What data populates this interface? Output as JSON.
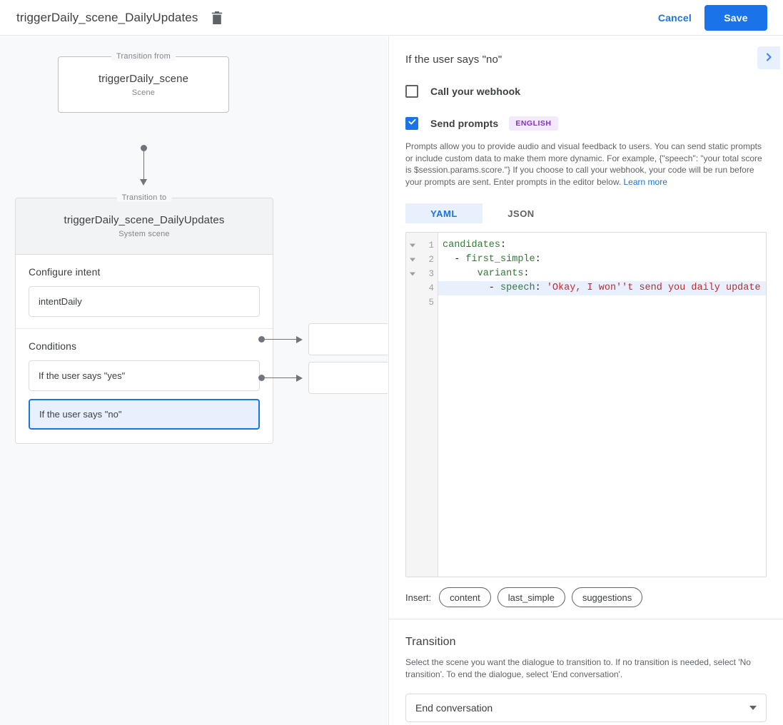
{
  "topbar": {
    "title": "triggerDaily_scene_DailyUpdates",
    "delete_icon": "trash-icon",
    "cancel_label": "Cancel",
    "save_label": "Save"
  },
  "canvas": {
    "from_node": {
      "legend": "Transition from",
      "title": "triggerDaily_scene",
      "subtitle": "Scene"
    },
    "to_node": {
      "legend": "Transition to",
      "title": "triggerDaily_scene_DailyUpdates",
      "subtitle": "System scene"
    },
    "intent_section": {
      "label": "Configure intent",
      "value": "intentDaily"
    },
    "conditions_section": {
      "label": "Conditions",
      "items": [
        {
          "label": "If the user says \"yes\"",
          "selected": false
        },
        {
          "label": "If the user says \"no\"",
          "selected": true
        }
      ]
    },
    "target_nodes": [
      {
        "label": ""
      },
      {
        "label": ""
      }
    ]
  },
  "panel": {
    "title": "If the user says \"no\"",
    "expand_icon": "chevron-right-icon",
    "webhook": {
      "label": "Call your webhook",
      "checked": false
    },
    "prompts": {
      "label": "Send prompts",
      "checked": true,
      "language_badge": "ENGLISH",
      "help_text": "Prompts allow you to provide audio and visual feedback to users. You can send static prompts or include custom data to make them more dynamic. For example, {\"speech\": \"your total score is $session.params.score.\"} If you choose to call your webhook, your code will be run before your prompts are sent. Enter prompts in the editor below.",
      "help_link": "Learn more"
    },
    "tabs": [
      {
        "label": "YAML",
        "active": true
      },
      {
        "label": "JSON",
        "active": false
      }
    ],
    "editor": {
      "language": "yaml",
      "active_line": 4,
      "line_numbers": [
        "1",
        "2",
        "3",
        "4",
        "5"
      ],
      "fold_lines": [
        1,
        2,
        3
      ],
      "lines": [
        {
          "n": 1,
          "tokens": [
            {
              "t": "key",
              "v": "candidates"
            },
            {
              "t": "punc",
              "v": ":"
            }
          ]
        },
        {
          "n": 2,
          "tokens": [
            {
              "t": "punc",
              "v": "  - "
            },
            {
              "t": "key",
              "v": "first_simple"
            },
            {
              "t": "punc",
              "v": ":"
            }
          ]
        },
        {
          "n": 3,
          "tokens": [
            {
              "t": "punc",
              "v": "      "
            },
            {
              "t": "key",
              "v": "variants"
            },
            {
              "t": "punc",
              "v": ":"
            }
          ]
        },
        {
          "n": 4,
          "tokens": [
            {
              "t": "punc",
              "v": "        - "
            },
            {
              "t": "key",
              "v": "speech"
            },
            {
              "t": "punc",
              "v": ": "
            },
            {
              "t": "str",
              "v": "'Okay, I won''t send you daily update"
            }
          ]
        },
        {
          "n": 5,
          "tokens": []
        }
      ],
      "raw_text": "candidates:\n  - first_simple:\n      variants:\n        - speech: 'Okay, I won''t send you daily update"
    },
    "insert": {
      "label": "Insert:",
      "chips": [
        "content",
        "last_simple",
        "suggestions"
      ]
    },
    "transition": {
      "title": "Transition",
      "help_text": "Select the scene you want the dialogue to transition to. If no transition is needed, select 'No transition'. To end the dialogue, select 'End conversation'.",
      "select_value": "End conversation",
      "caret_icon": "chevron-down-icon"
    }
  },
  "colors": {
    "accent": "#1a73e8",
    "accent_bg": "#e8f0fe",
    "canvas_bg": "#f8f9fa",
    "badge_bg": "#f3e8fd",
    "badge_fg": "#8430ce",
    "code_key": "#2e7d32",
    "code_string": "#c62828"
  }
}
